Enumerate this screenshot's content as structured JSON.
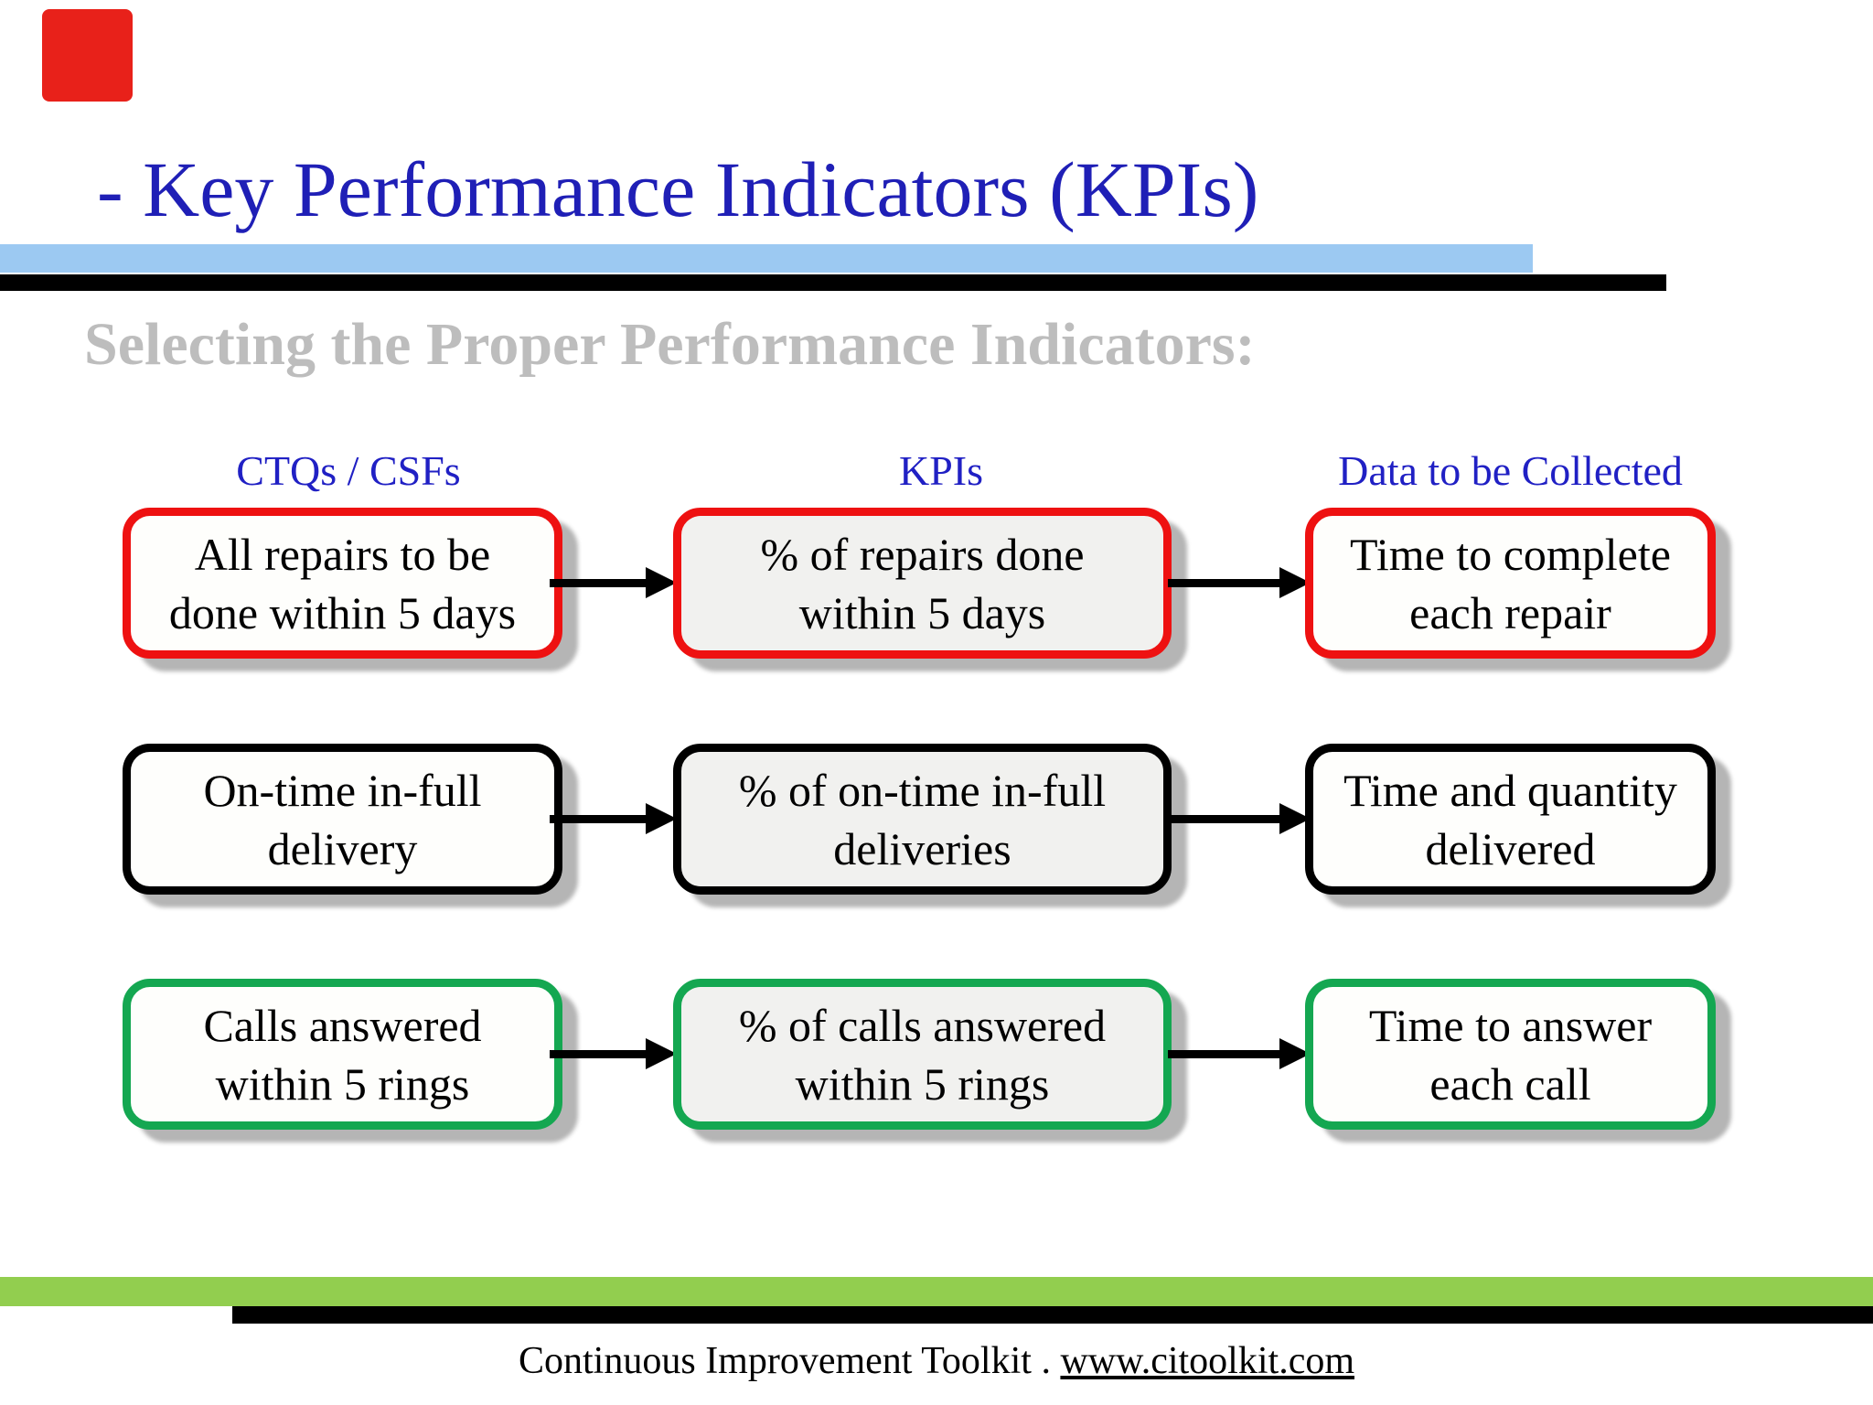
{
  "slide": {
    "title": "- Key Performance Indicators (KPIs)",
    "subtitle": "Selecting the Proper Performance Indicators:",
    "columns": [
      {
        "header": "CTQs / CSFs"
      },
      {
        "header": "KPIs"
      },
      {
        "header": "Data to be Collected"
      }
    ],
    "rows": [
      {
        "theme": "red",
        "cells": [
          "All repairs to be\ndone within 5 days",
          "% of repairs done\nwithin 5 days",
          "Time to complete\neach repair"
        ]
      },
      {
        "theme": "black",
        "cells": [
          "On-time in-full\ndelivery",
          "% of on-time in-full\ndeliveries",
          "Time and quantity\ndelivered"
        ]
      },
      {
        "theme": "green",
        "cells": [
          "Calls answered\nwithin 5 rings",
          "% of calls answered\nwithin 5 rings",
          "Time to answer\neach call"
        ]
      }
    ],
    "footer": {
      "text": "Continuous Improvement Toolkit",
      "separator": " . ",
      "link": "www.citoolkit.com"
    },
    "colors": {
      "title_blue": "#1F1FB6",
      "header_blue": "#2020C4",
      "subtitle_gray": "#BDBDBD",
      "accent_bar_blue": "#9CC9F2",
      "accent_bar_black": "#000000",
      "corner_mark_red": "#E8211A",
      "row_red": "#EE1111",
      "row_black": "#000000",
      "row_green": "#14A751",
      "box_fill_white": "#FEFEFC",
      "box_fill_gray": "#F1F1EF",
      "footer_bar_green": "#92CE4F",
      "footer_bar_black": "#000000",
      "shadow_gray": "#B5B5B5",
      "arrow_black": "#000000"
    }
  }
}
